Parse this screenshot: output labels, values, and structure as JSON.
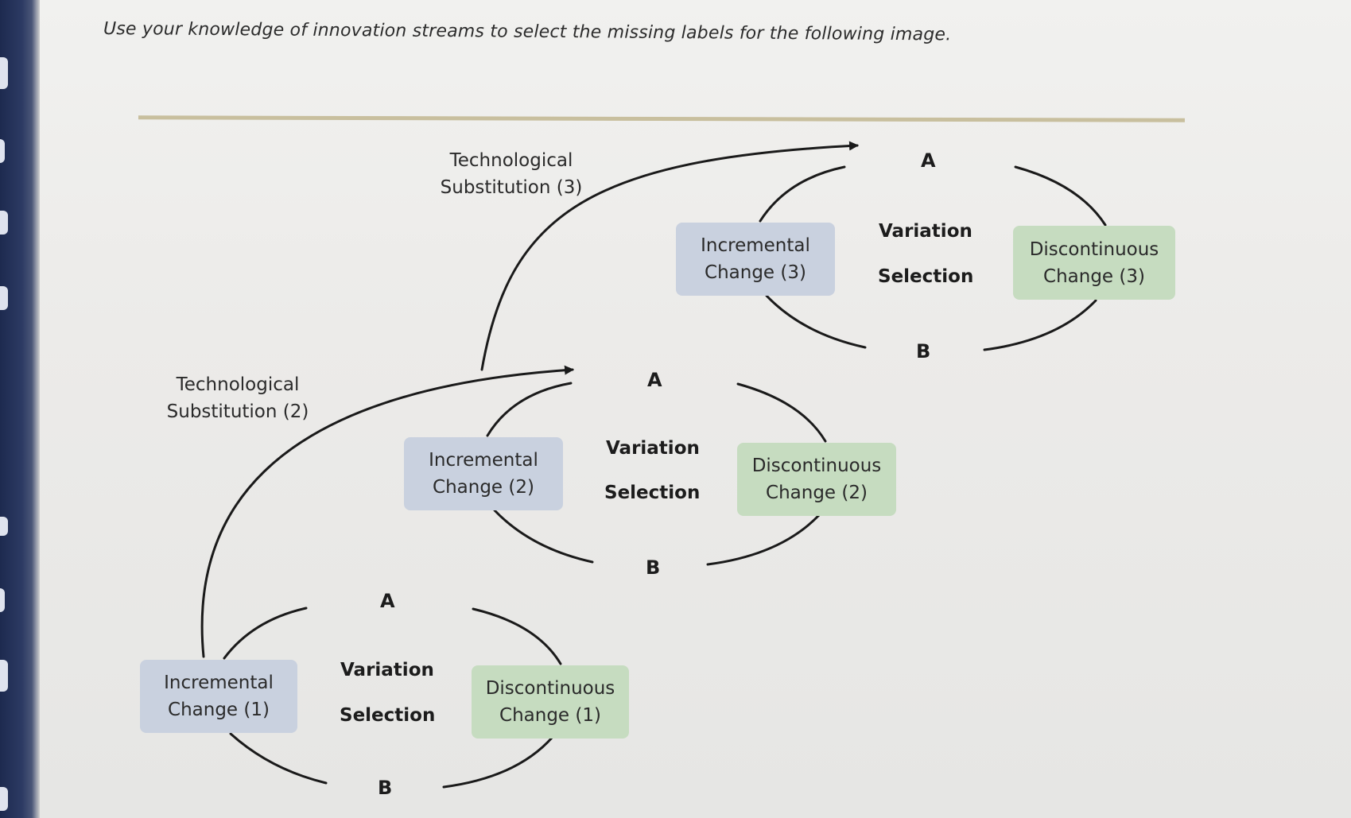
{
  "question": "Use your knowledge of innovation streams to select the missing labels for the following image.",
  "stages": [
    {
      "incremental": [
        "Incremental",
        "Change (1)"
      ],
      "discontinuous": [
        "Discontinuous",
        "Change (1)"
      ],
      "variation": "Variation",
      "selection": "Selection",
      "blank_a": "A",
      "blank_b": "B"
    },
    {
      "incremental": [
        "Incremental",
        "Change (2)"
      ],
      "discontinuous": [
        "Discontinuous",
        "Change (2)"
      ],
      "variation": "Variation",
      "selection": "Selection",
      "blank_a": "A",
      "blank_b": "B",
      "substitution": [
        "Technological",
        "Substitution (2)"
      ]
    },
    {
      "incremental": [
        "Incremental",
        "Change (3)"
      ],
      "discontinuous": [
        "Discontinuous",
        "Change (3)"
      ],
      "variation": "Variation",
      "selection": "Selection",
      "blank_a": "A",
      "blank_b": "B",
      "substitution": [
        "Technological",
        "Substitution (3)"
      ]
    }
  ],
  "colors": {
    "incremental_box": "#c9d1df",
    "discontinuous_box": "#c6dcc0",
    "rule": "#c8bf9e",
    "line": "#1a1a1a"
  }
}
